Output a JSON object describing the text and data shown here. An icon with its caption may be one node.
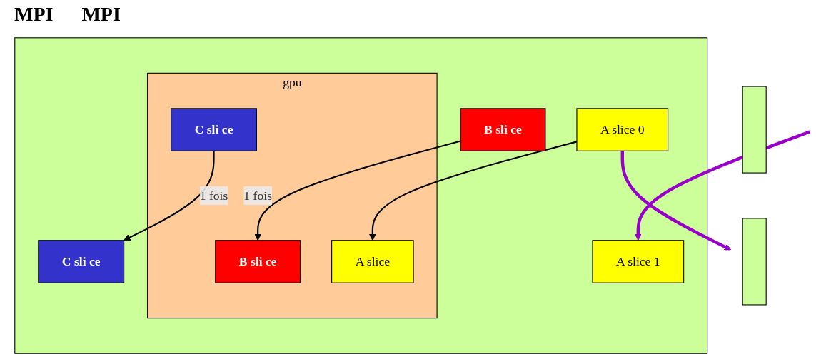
{
  "diagram": {
    "nodes": [
      {
        "text": [],
        "shape": "bar"
      },
      {
        "text": [],
        "shape": "box"
      },
      {
        "text": [
          "A slice 0"
        ],
        "in": 1
      },
      {
        "text": [
          "A slice 1"
        ],
        "in": 1
      },
      {
        "text": [
          "B sli ce"
        ],
        "in": 1
      },
      {
        "text": [
          "C sli ce"
        ],
        "in": 1
      },
      {
        "text": [
          "gpu"
        ],
        "in": 1
      },
      {
        "text": [
          "A slice"
        ],
        "in": 6
      },
      {
        "text": [
          "B sli ce"
        ],
        "in": 6
      },
      {
        "text": [
          "C sli ce"
        ],
        "in": 6
      },
      {
        "text": [],
        "shape": "bar"
      }
    ],
    "edges": [
      {
        "from": null,
        "to": 3,
        "arrow": "to",
        "style": "thick",
        "color": "#9900cc"
      },
      {
        "from": 2,
        "to": 10,
        "arrow": "to",
        "style": "thick",
        "color": "#9900cc"
      },
      {
        "from": 2,
        "to": 7,
        "arrow": "to"
      },
      {
        "from": 4,
        "to": 8,
        "arrow": "to",
        "label": "1 fois"
      },
      {
        "from": 9,
        "to": 5,
        "arrow": "to",
        "label": "1 fois"
      }
    ],
    "labels": [
      "MPI",
      "MPI"
    ]
  }
}
